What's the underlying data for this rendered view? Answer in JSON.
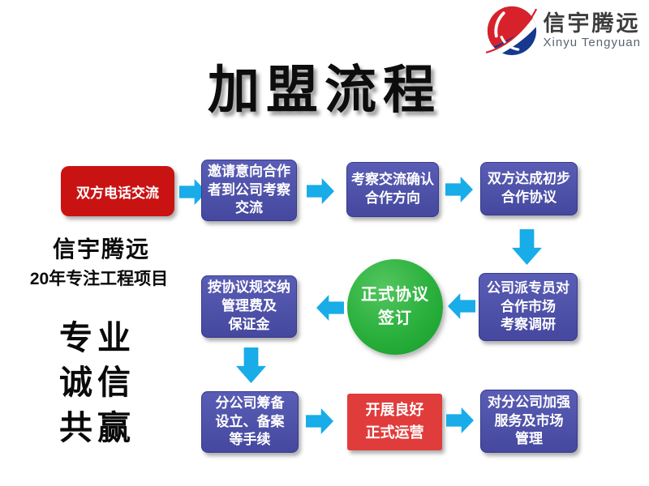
{
  "brand": {
    "logo_icon": "sphere-logo",
    "name_cn": "信宇腾远",
    "name_en": "Xinyu Tengyuan"
  },
  "title": "加盟流程",
  "sidebar": {
    "brand_name": "信宇腾远",
    "tagline": "20年专注工程项目",
    "values": [
      "专业",
      "诚信",
      "共赢"
    ]
  },
  "colors": {
    "box_blue": "#45489e",
    "box_red_dark": "#c91313",
    "box_red_light": "#e13c3c",
    "arrow_cyan": "#18ace8",
    "circle_green": "#2eb240",
    "title_black": "#0d0d0d"
  },
  "flow": {
    "step1": "双方电话交流",
    "step2": "邀请意向合作\n者到公司考察\n交流",
    "step3": "考察交流确认\n合作方向",
    "step4": "双方达成初步\n合作协议",
    "step5": "公司派专员对\n合作市场\n考察调研",
    "step6": "正式协议\n签订",
    "step7": "按协议规交纳\n管理费及\n保证金",
    "step8": "分公司筹备\n设立、备案\n等手续",
    "step9": "开展良好\n正式运营",
    "step10": "对分公司加强\n服务及市场\n管理"
  }
}
